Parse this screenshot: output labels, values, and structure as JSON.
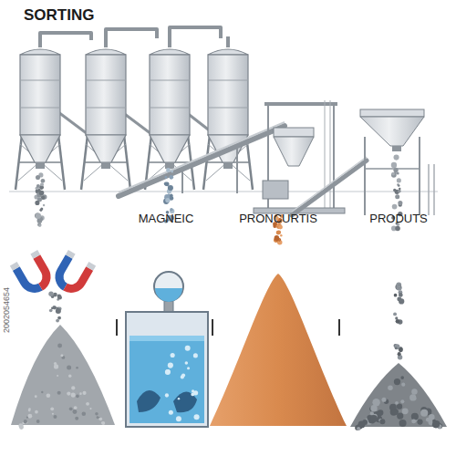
{
  "diagram": {
    "title": "SORTING",
    "labels": [
      "MAGNEIC",
      "PRONCURTIS",
      "PRODUTS",
      "2002054654"
    ]
  }
}
